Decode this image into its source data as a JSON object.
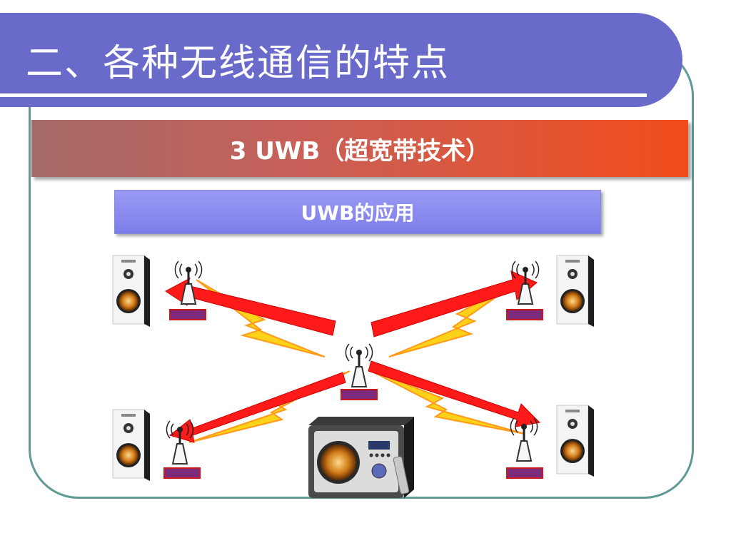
{
  "slide": {
    "title": "二、各种无线通信的特点",
    "banner": "3  UWB（超宽带技术）",
    "subtitle": "UWB的应用"
  },
  "diagram": {
    "speakers": [
      "speaker-top-left",
      "speaker-top-right",
      "speaker-bottom-left",
      "speaker-bottom-right"
    ],
    "central_device": "media-player",
    "hub": "antenna-hub",
    "colors": {
      "arrow": "#ff1a1a",
      "bolt": "#ffd21a",
      "base": "#7c2a7c",
      "title_bg": "#6a6acb",
      "frame": "#5f9a94"
    }
  }
}
